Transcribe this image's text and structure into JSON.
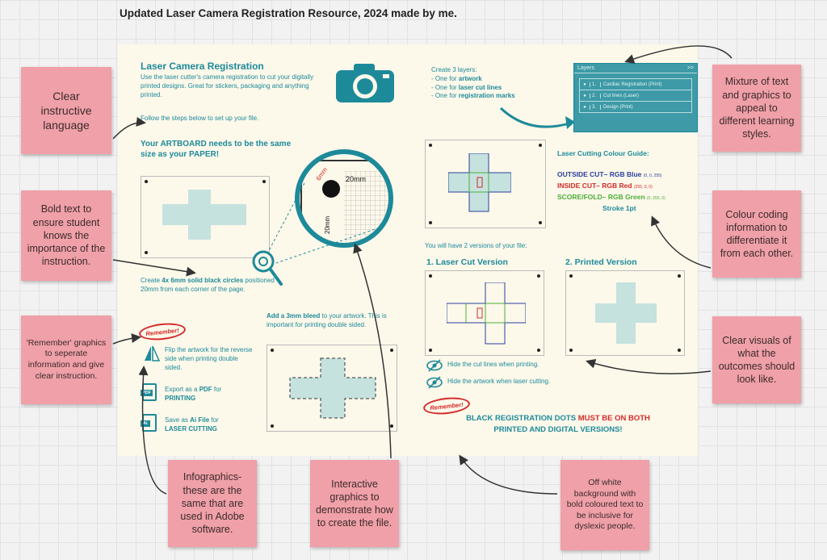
{
  "page_title": "Updated Laser Camera Registration Resource, 2024 made by me.",
  "poster": {
    "heading": "Laser Camera Registration",
    "intro": "Use the laser cutter's camera registration to cut your digitally printed designs. Great for stickers, packaging and anything printed.",
    "follow": "Follow the steps below to set up your file.",
    "artboard_text": "Your ARTBOARD needs to be the same size as your PAPER!",
    "circles_text_prefix": "Create ",
    "circles_text_bold": "4x 6mm solid black circles",
    "circles_text_suffix": " positioned 20mm from each corner of the page.",
    "zoom_label_6mm": "6mm",
    "zoom_label_20mm_h": "20mm",
    "zoom_label_20mm_v": "20mm",
    "remember_badge": "Remember!",
    "flip_text": "Flip the artwork for the reverse side when printing double sided.",
    "pdf_text_prefix": "Export as a ",
    "pdf_text_bold": "PDF",
    "pdf_text_mid": " for ",
    "pdf_text_bold2": "PRINTING",
    "pdf_icon_label": "PDF",
    "ai_text_prefix": "Save as ",
    "ai_text_bold": "Ai File",
    "ai_text_mid": " for ",
    "ai_text_bold2": "LASER CUTTING",
    "ai_icon_label": "Ai",
    "bleed_prefix": "Add a 3mm bleed",
    "bleed_suffix": " to your artwork. This is important for printing double sided.",
    "layers_intro": "Create 3 layers:",
    "layer_lines": [
      {
        "prefix": "- One for ",
        "bold": "artwork"
      },
      {
        "prefix": "- One for ",
        "bold": "laser cut lines"
      },
      {
        "prefix": "- One for ",
        "bold": "registration marks"
      }
    ],
    "layers_panel": {
      "title": "Layers",
      "collapse": ">>",
      "rows": [
        {
          "num": "1.",
          "name": "Cardiac Registration (Print)"
        },
        {
          "num": "2.",
          "name": "Cut lines (Laser)"
        },
        {
          "num": "3.",
          "name": "Design (Print)"
        }
      ]
    },
    "colour_guide_title": "Laser Cutting Colour Guide:",
    "colour_outside": "OUTSIDE CUT",
    "colour_outside_val": "– RGB Blue",
    "colour_outside_code": "(0, 0, 255)",
    "colour_inside": "INSIDE CUT",
    "colour_inside_val": "– RGB Red",
    "colour_inside_code": "(255, 0, 0)",
    "colour_score": "SCORE/FOLD",
    "colour_score_val": "– RGB Green",
    "colour_score_code": "(0, 255, 0)",
    "stroke": "Stroke 1pt",
    "versions_intro": "You will have 2 versions of your file:",
    "version1": "1. Laser Cut Version",
    "version2": "2. Printed Version",
    "hide_cut": "Hide the cut lines when printing.",
    "hide_art": "Hide the artwork when laser cutting.",
    "remember_badge2": "Remember!",
    "final_1": "BLACK REGISTRATION DOTS ",
    "final_2": "MUST BE ON BOTH",
    "final_3": "PRINTED AND DIGITAL VERSIONS!"
  },
  "notes": {
    "clear": "Clear instructive language",
    "bold": "Bold text to ensure student knows the importance of the instruction.",
    "remember": "'Remember' graphics to seperate information and give clear instruction.",
    "infographics": "Infographics- these are the same that are used in Adobe software.",
    "interactive": "Interactive graphics to demonstrate how to create the file.",
    "offwhite": "Off white background with bold coloured text to be inclusive for dyslexic people.",
    "mixture": "Mixture of text and graphics to appeal to different learning styles.",
    "colour": "Colour coding information to differentiate it from each other.",
    "visuals": "Clear visuals of what the outcomes should look like."
  },
  "colors": {
    "teal": "#1d8a9a",
    "blue": "#2a3fa0",
    "red": "#d42a2a",
    "green": "#4cae3a",
    "sticky": "#f0a0a8",
    "shape": "#c5e2de"
  },
  "icons": [
    "camera-icon",
    "magnifier-icon",
    "flip-icon",
    "pdf-file-icon",
    "ai-file-icon",
    "eye-hidden-icon",
    "arrow-icon"
  ]
}
